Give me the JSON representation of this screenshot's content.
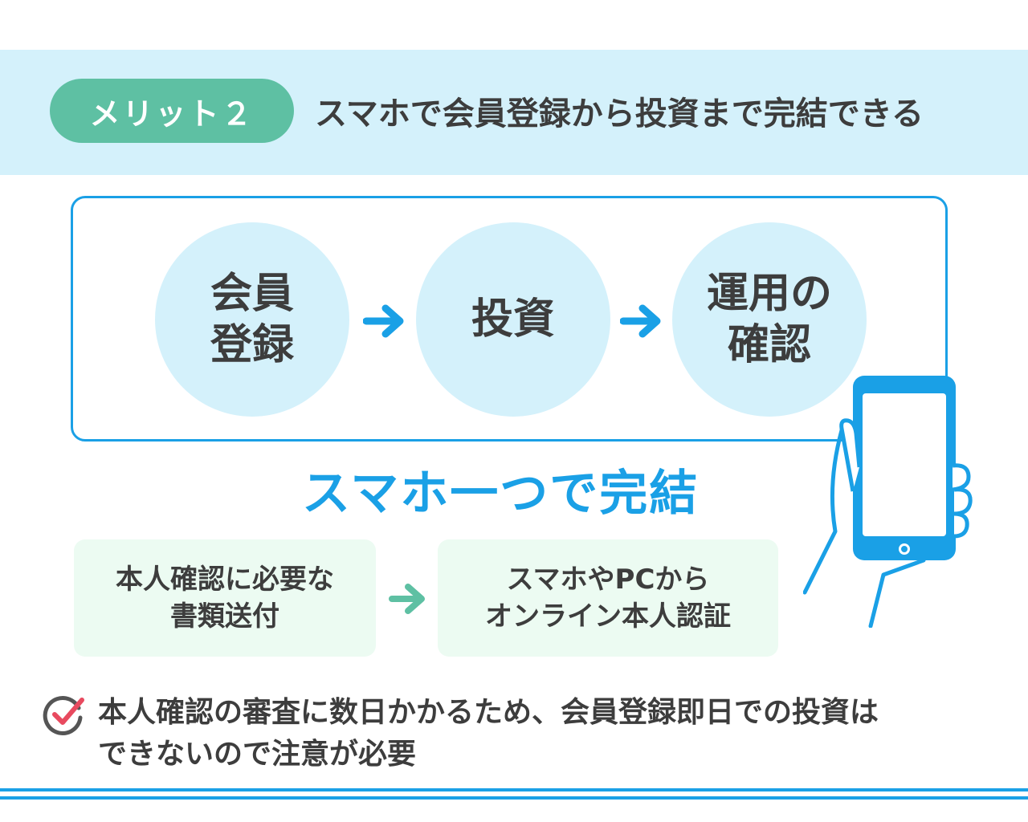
{
  "header": {
    "badge": "メリット２",
    "title": "スマホで会員登録から投資まで完結できる"
  },
  "flow": {
    "steps": [
      {
        "line1": "会員",
        "line2": "登録"
      },
      {
        "line1": "投資",
        "line2": ""
      },
      {
        "line1": "運用の",
        "line2": "確認"
      }
    ],
    "caption": "スマホ一つで完結"
  },
  "comparison": {
    "before": {
      "line1": "本人確認に必要な",
      "line2": "書類送付"
    },
    "after": {
      "line1": "スマホやPCから",
      "line2": "オンライン本人認証"
    }
  },
  "note": {
    "line1": "本人確認の審査に数日かかるため、会員登録即日での投資は",
    "line2": "できないので注意が必要"
  },
  "colors": {
    "accent_blue": "#1aa0e6",
    "light_blue": "#d4f1fb",
    "badge_green": "#5ec0a3",
    "mint": "#ecfbf2",
    "check_red": "#e84a5f"
  },
  "icons": [
    "arrow-right-icon",
    "smartphone-hand-icon",
    "check-circle-icon"
  ]
}
